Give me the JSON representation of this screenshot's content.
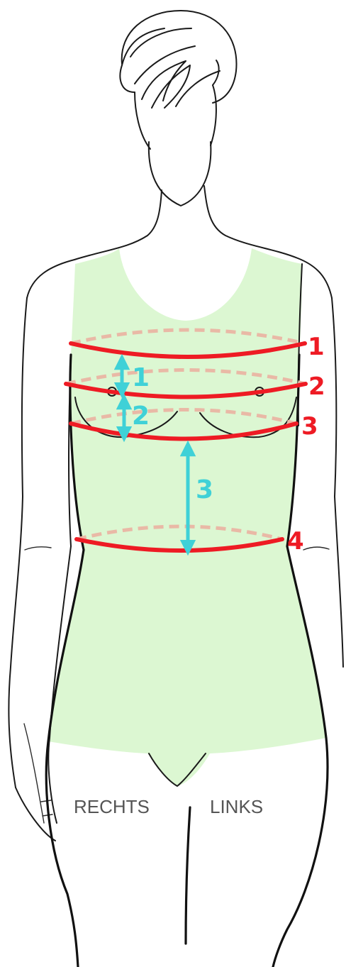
{
  "colors": {
    "garment": "#dcf7d2",
    "ring_front": "#ee1b24",
    "ring_back": "#e9b9a6",
    "arrow": "#3fd1d7",
    "outline": "#1a1a1a"
  },
  "rings": [
    {
      "label": "1"
    },
    {
      "label": "2"
    },
    {
      "label": "3"
    },
    {
      "label": "4"
    }
  ],
  "arrows": [
    {
      "label": "1"
    },
    {
      "label": "2"
    },
    {
      "label": "3"
    }
  ],
  "sides": {
    "right": "RECHTS",
    "left": "LINKS"
  }
}
